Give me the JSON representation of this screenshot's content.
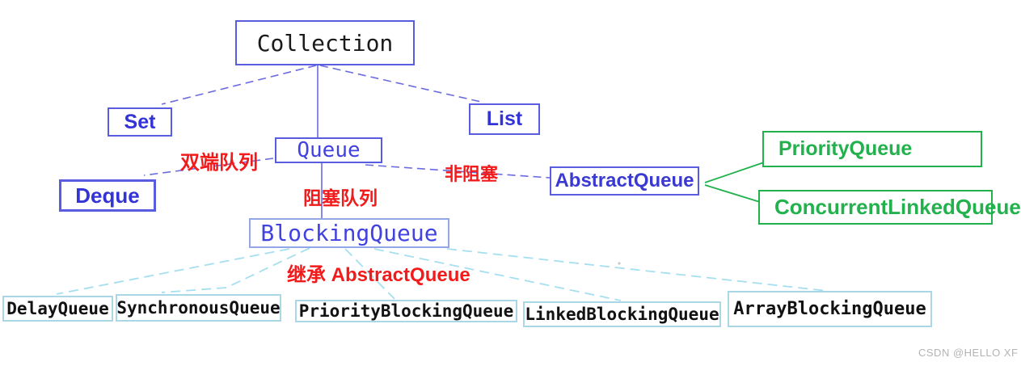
{
  "nodes": {
    "collection": "Collection",
    "set": "Set",
    "list": "List",
    "queue": "Queue",
    "deque": "Deque",
    "abstract_queue": "AbstractQueue",
    "priority_queue": "PriorityQueue",
    "concurrent_linked_queue": "ConcurrentLinkedQueue",
    "blocking_queue": "BlockingQueue",
    "delay_queue": "DelayQueue",
    "synchronous_queue": "SynchronousQueue",
    "priority_blocking_queue": "PriorityBlockingQueue",
    "linked_blocking_queue": "LinkedBlockingQueue",
    "array_blocking_queue": "ArrayBlockingQueue"
  },
  "edge_labels": {
    "deque": "双端队列",
    "blocking": "阻塞队列",
    "non_blocking": "非阻塞",
    "inherit": "继承 AbstractQueue"
  },
  "colors": {
    "blue_border": "#5a5ce0",
    "blue_text": "#3434d6",
    "mono_blue_text": "#4242e0",
    "green": "#22b14c",
    "red": "#f21b1b",
    "cyan_line": "#a5dff0",
    "light_box_border": "#aad7e6",
    "black_text": "#121212",
    "watermark_gray": "#b3b3b3"
  },
  "watermark": "CSDN @HELLO XF"
}
